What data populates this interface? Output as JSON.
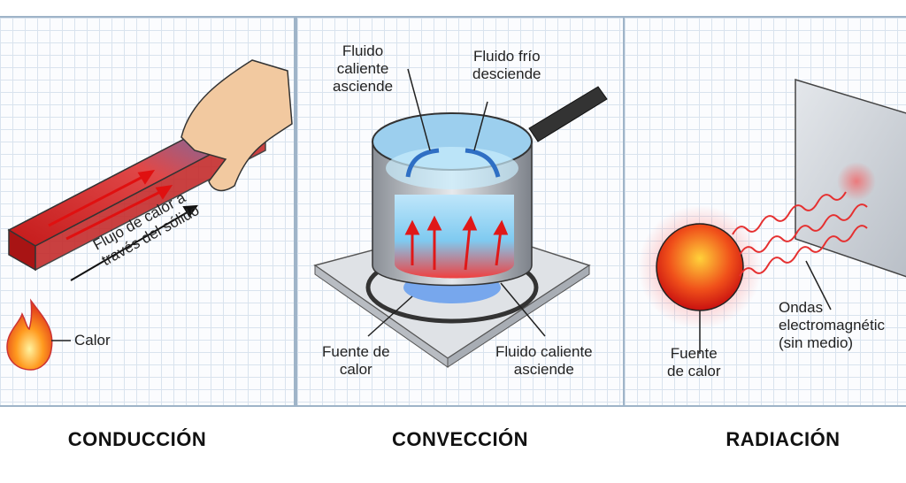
{
  "conduction": {
    "title": "CONDUCCIÓN",
    "flow_label_line1": "Flujo de calor a",
    "flow_label_line2": "través del sólido",
    "heat_label": "Calor"
  },
  "convection": {
    "title": "CONVECCIÓN",
    "hot_rises_top_line1": "Fluido",
    "hot_rises_top_line2": "caliente",
    "hot_rises_top_line3": "asciende",
    "cold_descends_line1": "Fluido frío",
    "cold_descends_line2": "desciende",
    "source_line1": "Fuente de",
    "source_line2": "calor",
    "hot_rises_bottom_line1": "Fluido caliente",
    "hot_rises_bottom_line2": "asciende"
  },
  "radiation": {
    "title": "RADIACIÓN",
    "source_line1": "Fuente",
    "source_line2": "de calor",
    "waves_line1": "Ondas",
    "waves_line2": "electromagnétic",
    "waves_line3": "(sin medio)"
  },
  "colors": {
    "hot": "#e02020",
    "cold": "#3a7bd5",
    "grid": "#d9e3ee",
    "border": "#9fb4c8"
  }
}
